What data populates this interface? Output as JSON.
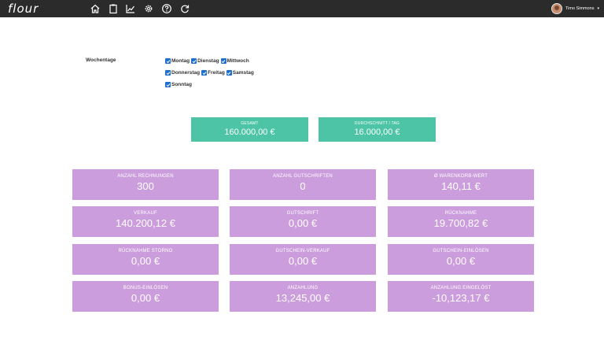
{
  "header": {
    "logo": "flour",
    "nav_icons": [
      "home-icon",
      "clipboard-icon",
      "chart-icon",
      "gear-icon",
      "help-icon",
      "refresh-icon"
    ],
    "user_name": "Timo Simmons",
    "caret": "▾"
  },
  "weekdays": {
    "label": "Wochentage",
    "days": [
      {
        "name": "Montag",
        "checked": true
      },
      {
        "name": "Dienstag",
        "checked": true
      },
      {
        "name": "Mittwoch",
        "checked": true
      },
      {
        "name": "Donnerstag",
        "checked": true
      },
      {
        "name": "Freitag",
        "checked": true
      },
      {
        "name": "Samstag",
        "checked": true
      },
      {
        "name": "Sonntag",
        "checked": true
      }
    ]
  },
  "summary": [
    {
      "title": "GESAMT",
      "value": "160.000,00 €"
    },
    {
      "title": "DURCHSCHNITT / TAG",
      "value": "16.000,00 €"
    }
  ],
  "kpis": [
    {
      "title": "ANZAHL RECHNUNGEN",
      "value": "300"
    },
    {
      "title": "ANZAHL GUTSCHRIFTEN",
      "value": "0"
    },
    {
      "title": "Ø WARENKORB-WERT",
      "value": "140,11 €"
    },
    {
      "title": "VERKAUF",
      "value": "140.200,12 €"
    },
    {
      "title": "GUTSCHRIFT",
      "value": "0,00 €"
    },
    {
      "title": "RÜCKNAHME",
      "value": "19.700,82 €"
    },
    {
      "title": "RÜCKNAHME STORNO",
      "value": "0,00 €"
    },
    {
      "title": "GUTSCHEIN-VERKAUF",
      "value": "0,00 €"
    },
    {
      "title": "GUTSCHEIN-EINLÖSEN",
      "value": "0,00 €"
    },
    {
      "title": "BONUS-EINLÖSEN",
      "value": "0,00 €"
    },
    {
      "title": "ANZAHLUNG",
      "value": "13,245,00 €"
    },
    {
      "title": "ANZAHLUNG EINGELÖST",
      "value": "-10,123,17 €"
    }
  ],
  "colors": {
    "topbar": "#2b2b2b",
    "summary_card": "#4dc4a5",
    "kpi_card": "#cc9ddc",
    "checkbox": "#1f6fd1"
  }
}
